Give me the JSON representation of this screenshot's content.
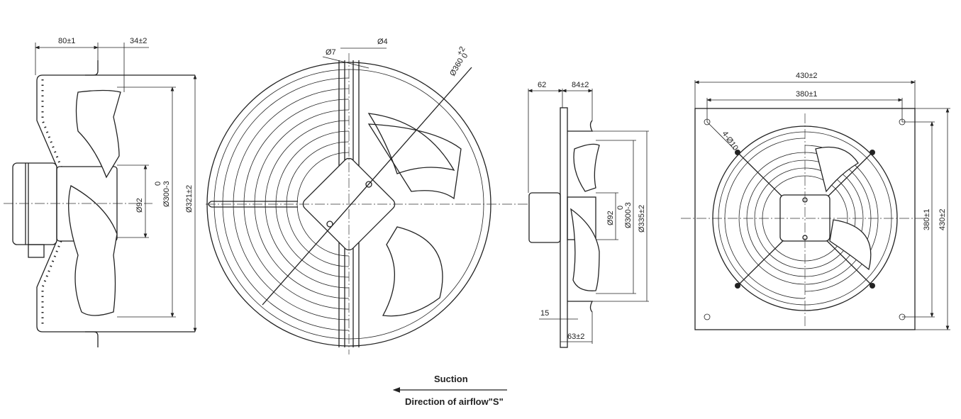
{
  "side_view_left": {
    "dim_depth": "80±1",
    "dim_blade": "34±2",
    "dim_hub": "Ø92",
    "dim_blade_dia": "Ø300-3",
    "dim_blade_dia_tol": "0",
    "dim_housing": "Ø321±2"
  },
  "front_view": {
    "dim_hole": "Ø7",
    "dim_wire": "Ø4",
    "dim_outer": "Ø360",
    "dim_outer_tol_upper": "+2",
    "dim_outer_tol_lower": "0"
  },
  "side_view_right": {
    "dim_motor": "62",
    "dim_depth": "84±2",
    "dim_hub": "Ø92",
    "dim_blade_dia": "Ø300-3",
    "dim_blade_dia_tol": "0",
    "dim_housing": "Ø335±2",
    "dim_plate": "15",
    "dim_ring": "63±2"
  },
  "plate_view": {
    "dim_width": "430±2",
    "dim_hole_spacing": "380±1",
    "dim_holes": "4-Ø10",
    "dim_hole_spacing_v": "380±1",
    "dim_height": "430±2"
  },
  "airflow": {
    "label": "Suction",
    "direction": "Direction of airflow\"S\""
  }
}
